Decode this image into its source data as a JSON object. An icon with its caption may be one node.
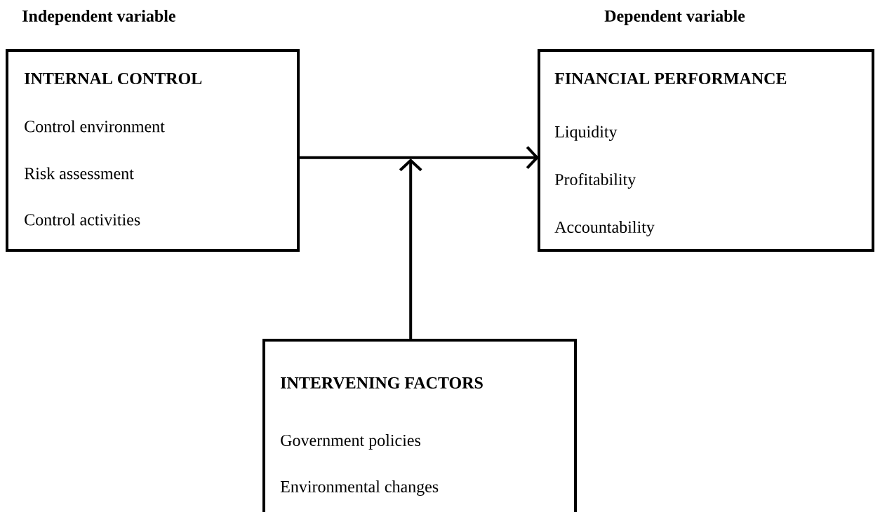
{
  "diagram": {
    "nodes": [
      {
        "text": [
          "INTERNAL CONTROL",
          "Control environment",
          "Risk assessment",
          "Control activities"
        ]
      },
      {
        "text": [
          "FINANCIAL PERFORMANCE",
          "Liquidity",
          "Profitability",
          "Accountability"
        ]
      },
      {
        "text": [
          "INTERVENING FACTORS",
          "Government policies",
          "Environmental changes"
        ]
      }
    ],
    "edges": [
      {
        "from": 0,
        "to": 1,
        "arrow": "to"
      },
      {
        "from": 2,
        "to": null,
        "arrow": "to"
      }
    ],
    "labels": [
      "Independent variable",
      "Dependent variable"
    ]
  }
}
